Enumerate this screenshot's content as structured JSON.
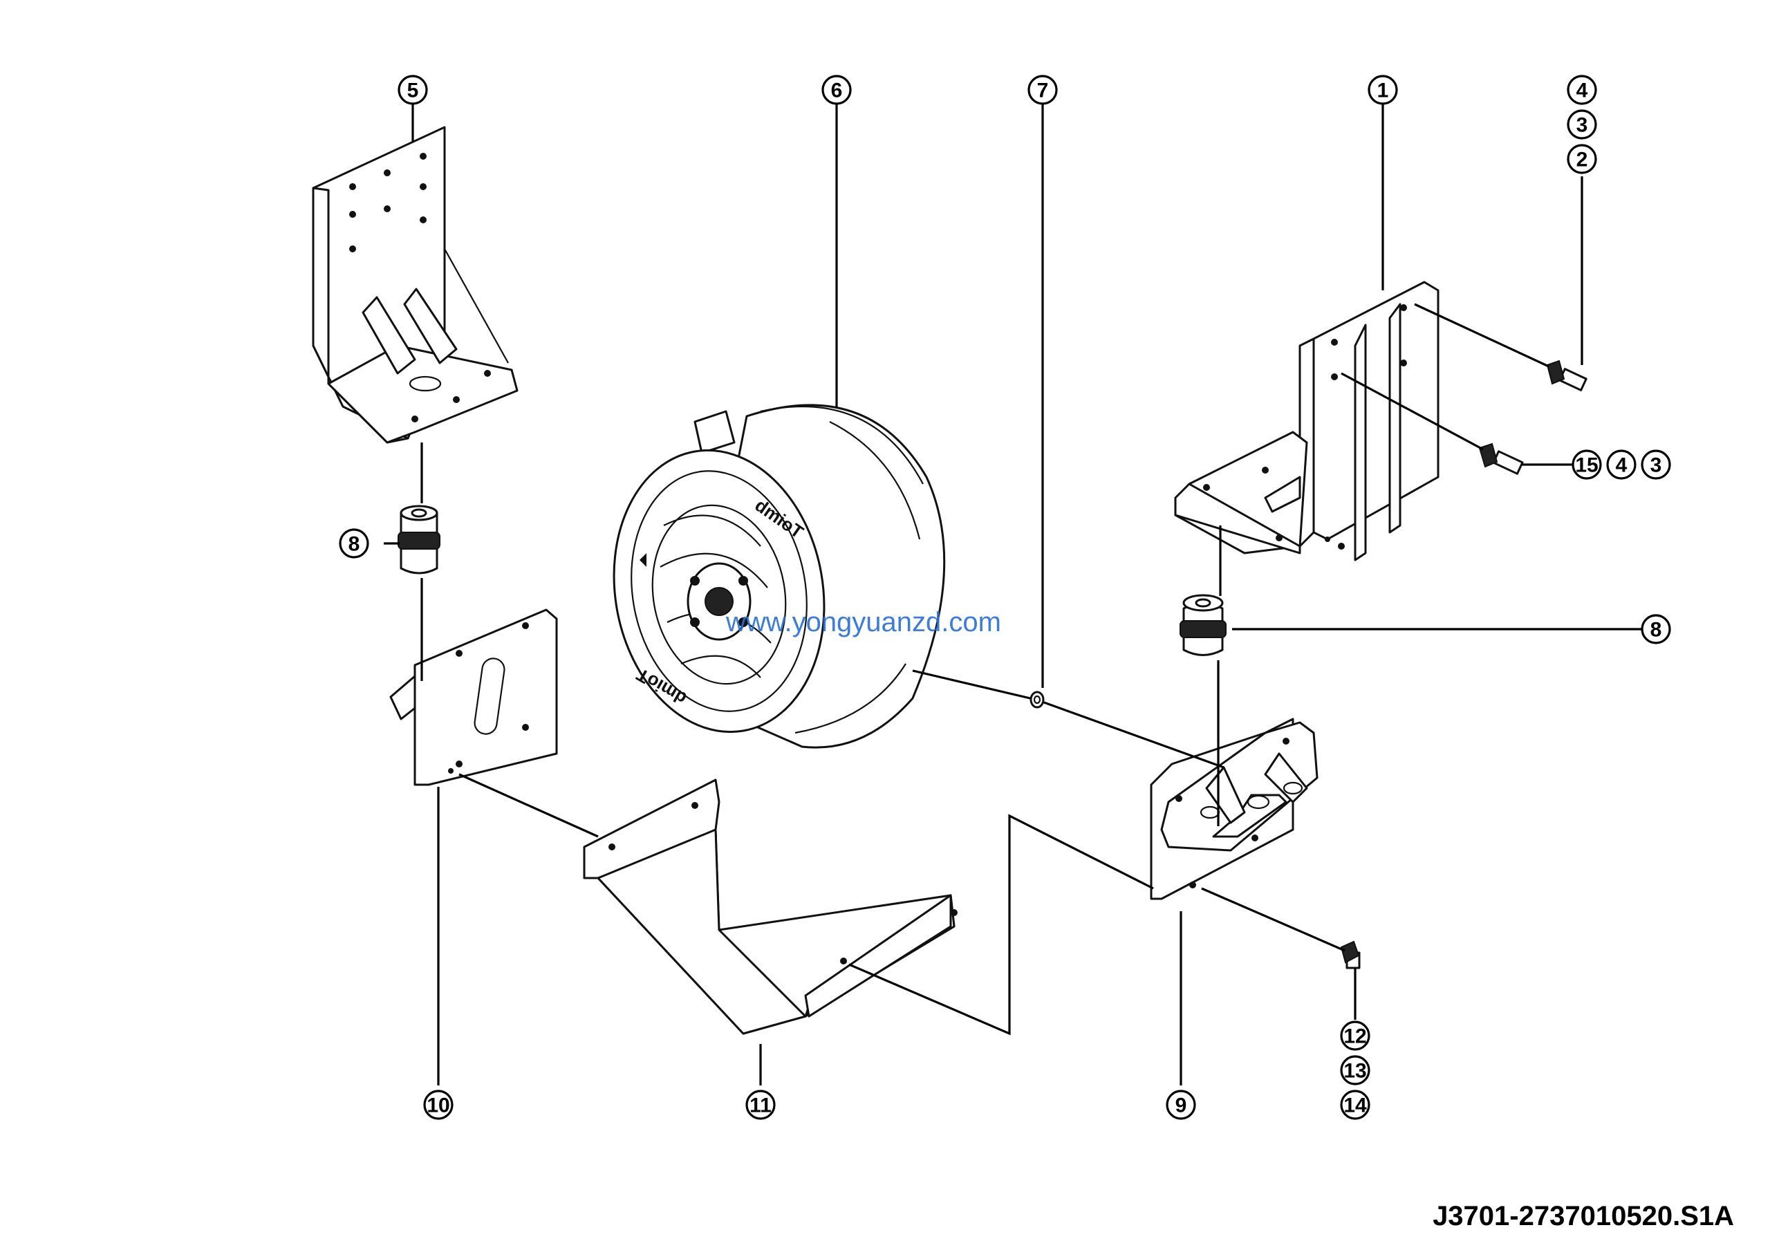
{
  "diagram": {
    "reference_code": "J3701-2737010520.S1A",
    "watermark": "www.yongyuanzd.com",
    "callouts": {
      "c1": "1",
      "c2": "2",
      "c3a": "3",
      "c4a": "4",
      "c5": "5",
      "c6": "6",
      "c7": "7",
      "c8a": "8",
      "c8b": "8",
      "c9": "9",
      "c10": "10",
      "c11": "11",
      "c12": "12",
      "c13": "13",
      "c14": "14",
      "c15": "15",
      "c4b": "4",
      "c3b": "3"
    },
    "logo_text": "dmioT"
  }
}
